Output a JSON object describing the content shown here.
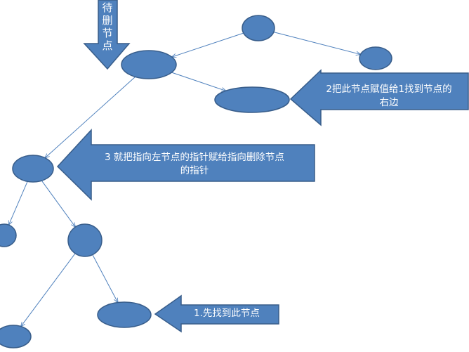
{
  "colors": {
    "node_fill": "#4F81BD",
    "node_stroke": "#385D8A",
    "edge": "#4F81BD",
    "arrow_text": "#FFFFFF"
  },
  "diagram": {
    "nodes": [
      {
        "id": "top-node"
      },
      {
        "id": "delete-target-node"
      },
      {
        "id": "top-right-node"
      },
      {
        "id": "right-child-node"
      },
      {
        "id": "mid-left-node"
      },
      {
        "id": "lower-left-edge-node"
      },
      {
        "id": "lower-mid-node"
      },
      {
        "id": "bottom-left-node"
      },
      {
        "id": "found-node"
      }
    ],
    "edges": [
      {
        "from": "top-node",
        "to": "delete-target-node"
      },
      {
        "from": "top-node",
        "to": "top-right-node"
      },
      {
        "from": "delete-target-node",
        "to": "right-child-node"
      },
      {
        "from": "delete-target-node",
        "to": "mid-left-node"
      },
      {
        "from": "mid-left-node",
        "to": "lower-left-edge-node"
      },
      {
        "from": "mid-left-node",
        "to": "lower-mid-node"
      },
      {
        "from": "lower-mid-node",
        "to": "bottom-left-node"
      },
      {
        "from": "lower-mid-node",
        "to": "found-node"
      }
    ],
    "callouts": {
      "pending_delete": "待删节点",
      "step1": "1.先找到此节点",
      "step2_line1": "2把此节点赋值给1找到节点的",
      "step2_line2": "右边",
      "step3_line1": "3 就把指向左节点的指针赋给指向删除节点",
      "step3_line2": "的指针"
    }
  }
}
